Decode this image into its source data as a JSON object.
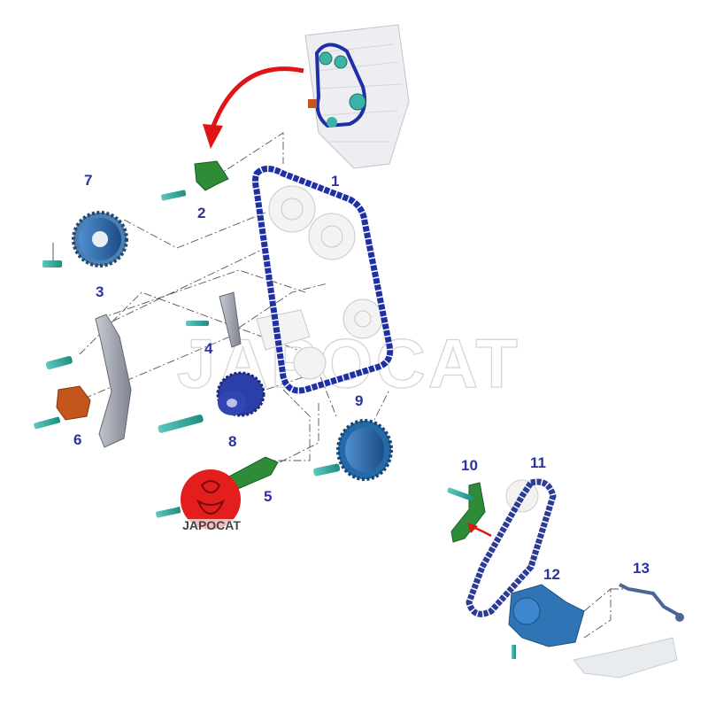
{
  "diagram": {
    "callouts": [
      "1",
      "2",
      "3",
      "4",
      "5",
      "6",
      "7",
      "8",
      "9",
      "10",
      "11",
      "12",
      "13"
    ],
    "watermark": "JAPOCAT",
    "logo_text": "JAPOCAT"
  },
  "colors": {
    "callout": "#2b33a0",
    "chain": "#1f2fa6",
    "bolt": "#3bb3a6",
    "arrow": "#e01414",
    "sprocket_main": "#3a6fa8",
    "guide_grey": "#9ea3ad",
    "tensioner_orange": "#c5561b",
    "guide_green": "#2e8c38",
    "oil_pump": "#2f74b5",
    "logo_red": "#e41d1d"
  }
}
